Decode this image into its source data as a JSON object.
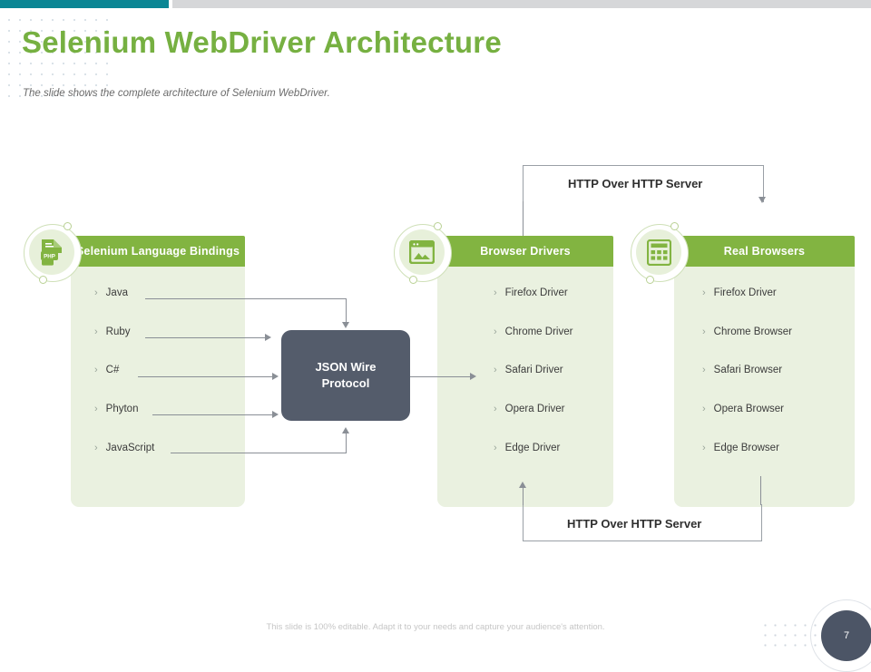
{
  "slide": {
    "title": "Selenium WebDriver Architecture",
    "subtitle": "The slide shows the complete architecture of Selenium WebDriver.",
    "footer_note": "This slide is 100% editable. Adapt it to your needs and capture your audience's attention.",
    "page_number": "7",
    "accent_green": "#82b441",
    "accent_teal": "#0b8694",
    "accent_slate": "#545c6b",
    "card_body_green": "#eaf1e0"
  },
  "columns": [
    {
      "header": "Selenium Language Bindings",
      "icon": "php-file-icon",
      "items": [
        {
          "label": "Java"
        },
        {
          "label": "Ruby"
        },
        {
          "label": "C#"
        },
        {
          "label": "Phyton"
        },
        {
          "label": "JavaScript"
        }
      ]
    },
    {
      "header": "Browser Drivers",
      "icon": "browser-window-icon",
      "items": [
        {
          "label": "Firefox Driver"
        },
        {
          "label": "Chrome Driver"
        },
        {
          "label": "Safari Driver"
        },
        {
          "label": "Opera Driver"
        },
        {
          "label": "Edge Driver"
        }
      ]
    },
    {
      "header": "Real Browsers",
      "icon": "calculator-grid-icon",
      "items": [
        {
          "label": "Firefox Driver"
        },
        {
          "label": "Chrome Browser"
        },
        {
          "label": "Safari Browser"
        },
        {
          "label": "Opera Browser"
        },
        {
          "label": "Edge Browser"
        }
      ]
    }
  ],
  "center_node": {
    "line1": "JSON Wire",
    "line2": "Protocol"
  },
  "connectors": {
    "top_label": "HTTP Over HTTP Server",
    "bottom_label": "HTTP Over HTTP Server",
    "chevron": "›"
  }
}
